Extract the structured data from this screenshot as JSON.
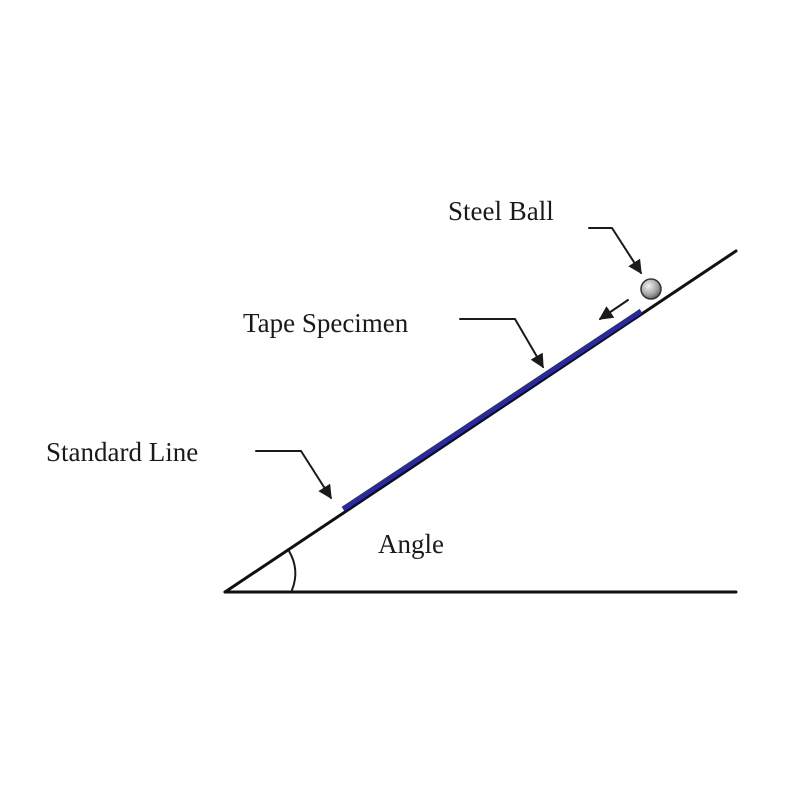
{
  "labels": {
    "steel_ball": "Steel Ball",
    "tape_specimen": "Tape Specimen",
    "standard_line": "Standard Line",
    "angle": "Angle"
  },
  "colors": {
    "line": "#111111",
    "tape": "#2a2a9c",
    "ball": "#b8b8b8",
    "text": "#1a1a1a"
  }
}
